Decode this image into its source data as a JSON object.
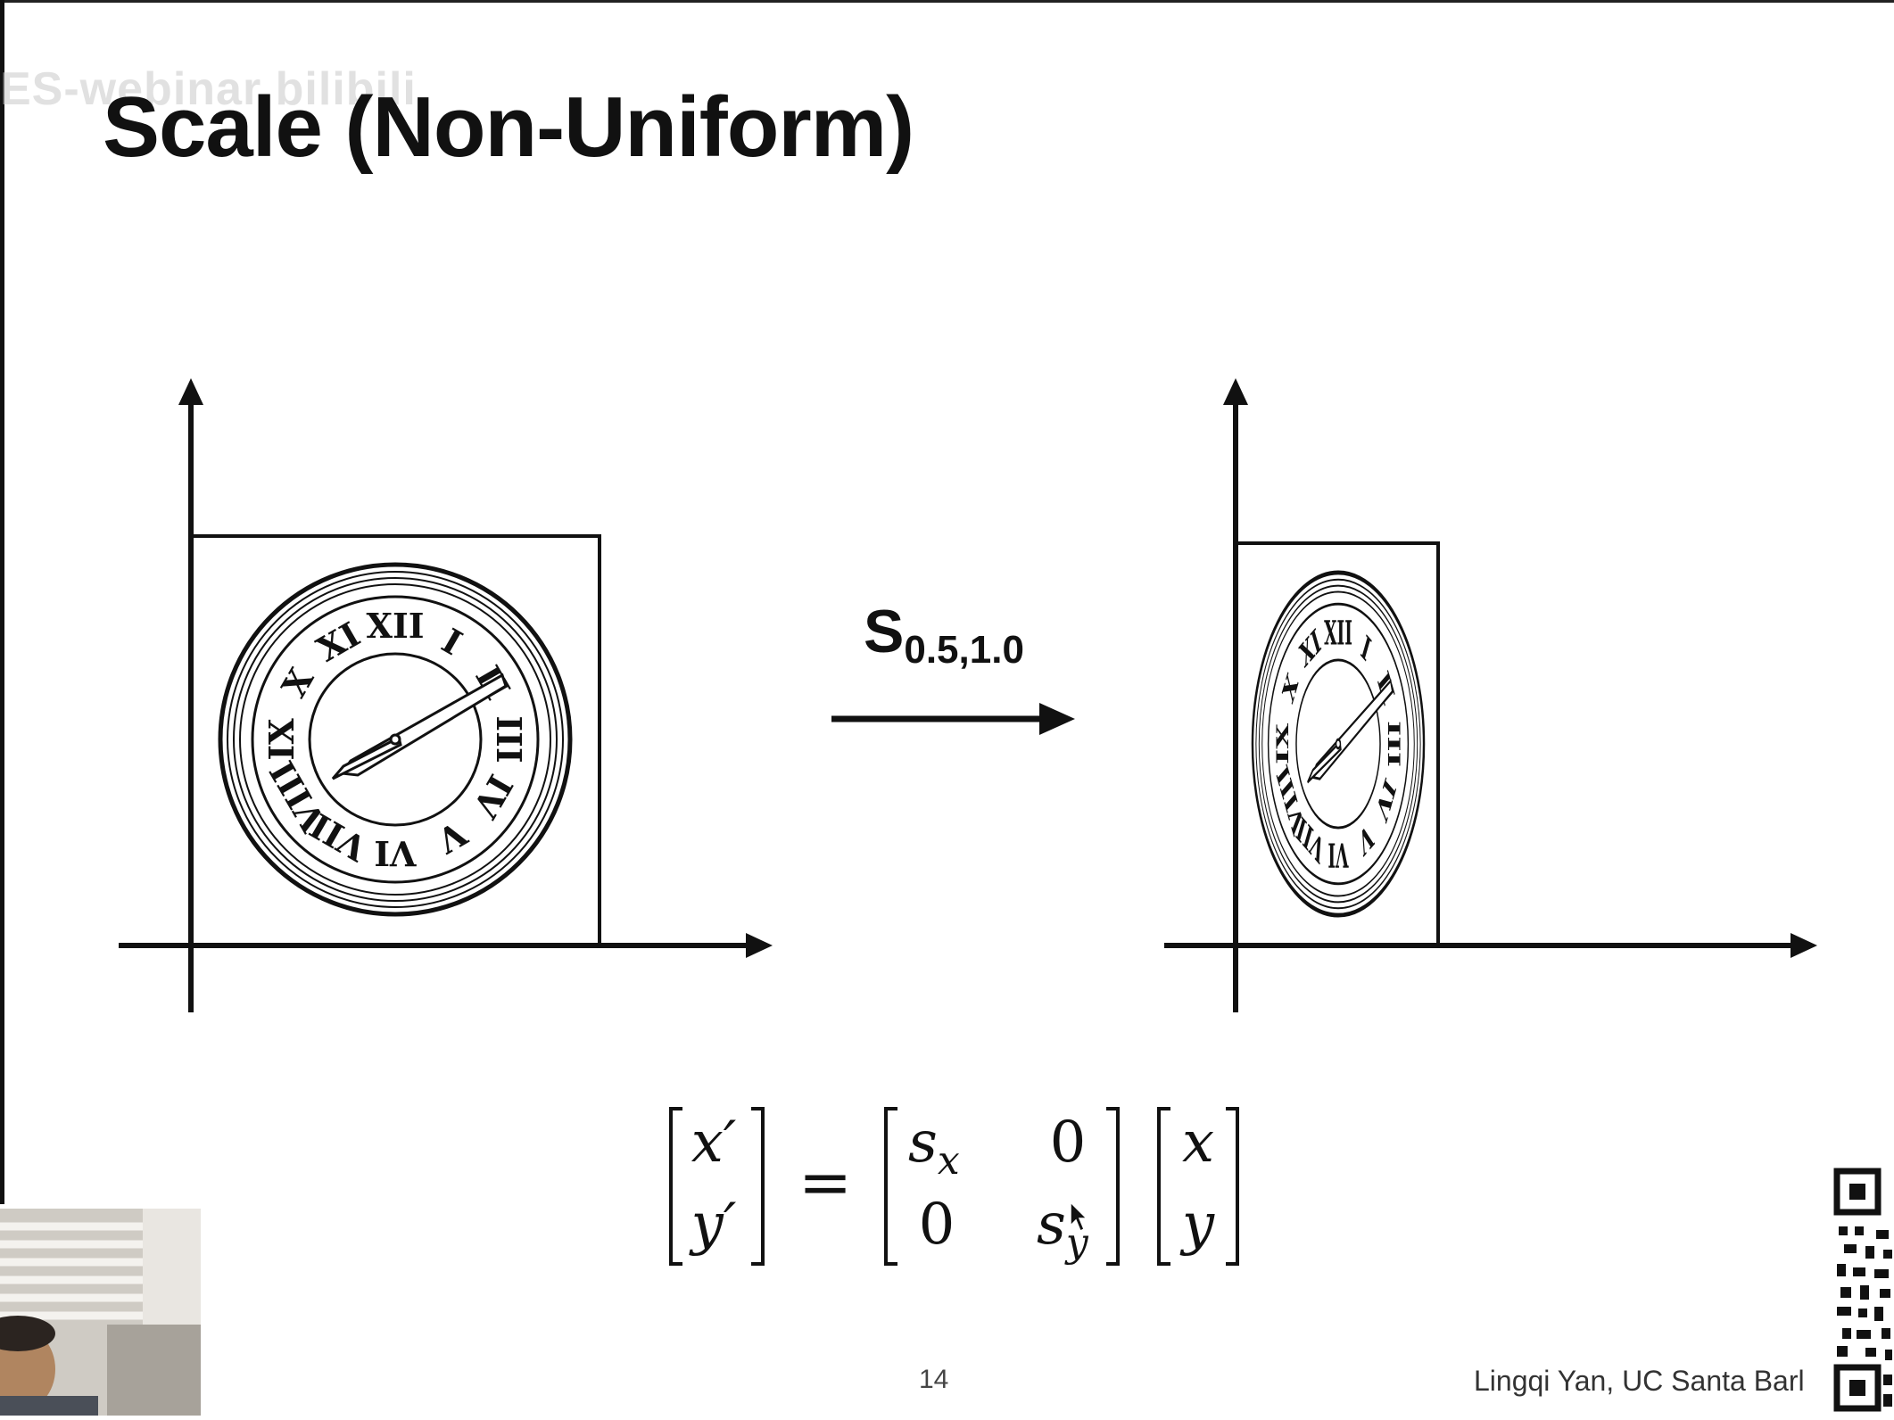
{
  "slide": {
    "title": "Scale (Non-Uniform)",
    "watermark": "ES-webinar bilibili",
    "transform_label": "S",
    "transform_subscript": "0.5,1.0",
    "page_number": "14",
    "author": "Lingqi Yan, UC Santa Barl"
  },
  "equation": {
    "lhs": [
      "x′",
      "y′"
    ],
    "equals": "=",
    "matrix": [
      [
        "s",
        "x",
        "0"
      ],
      [
        "0",
        "s",
        "y"
      ]
    ],
    "rhs": [
      "x",
      "y"
    ]
  },
  "icons": {
    "clock_left": "clock-icon",
    "clock_right": "squashed-clock-icon",
    "arrow": "right-arrow-icon",
    "cursor": "mouse-cursor-icon",
    "qr": "qr-code-icon"
  }
}
